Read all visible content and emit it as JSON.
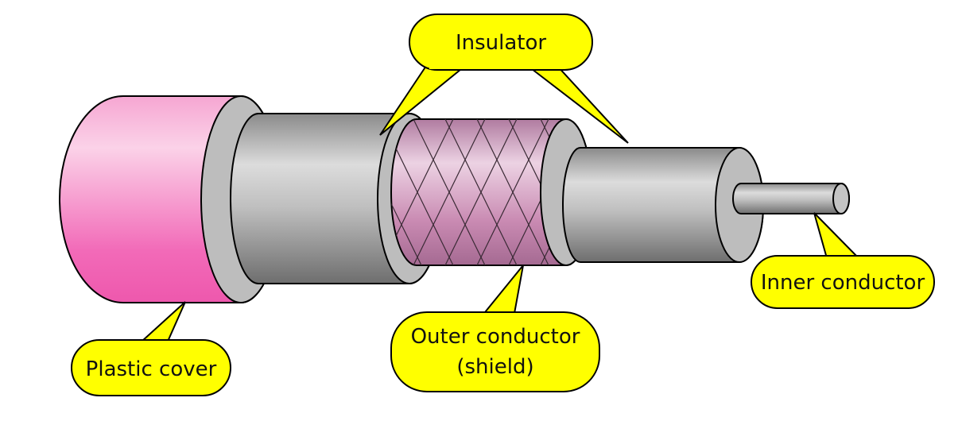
{
  "diagram": {
    "labels": {
      "insulator": "Insulator",
      "plastic_cover": "Plastic cover",
      "outer_conductor_line1": "Outer conductor",
      "outer_conductor_line2": "(shield)",
      "inner_conductor": "Inner conductor"
    },
    "colors": {
      "callout_fill": "#ffff00",
      "plastic_cover": "#f25fb4",
      "outer_conductor": "#cf86b7",
      "insulator": "#a9a9a9",
      "end_ring": "#bdbdbd",
      "outline": "#000000"
    }
  }
}
